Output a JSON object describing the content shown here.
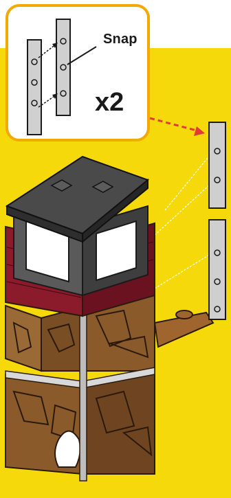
{
  "callout": {
    "action_label": "Snap",
    "quantity_label": "x2",
    "border_color": "#f2a900"
  },
  "colors": {
    "background_band": "#f5d90a",
    "arrow": "#e53935",
    "rock": "#8a5a2b",
    "brick": "#8b1a2b",
    "roof": "#4a4a4a",
    "part": "#c8c8c8"
  },
  "scene": {
    "subject": "tower-assembly-step",
    "part_count_added": 2
  }
}
